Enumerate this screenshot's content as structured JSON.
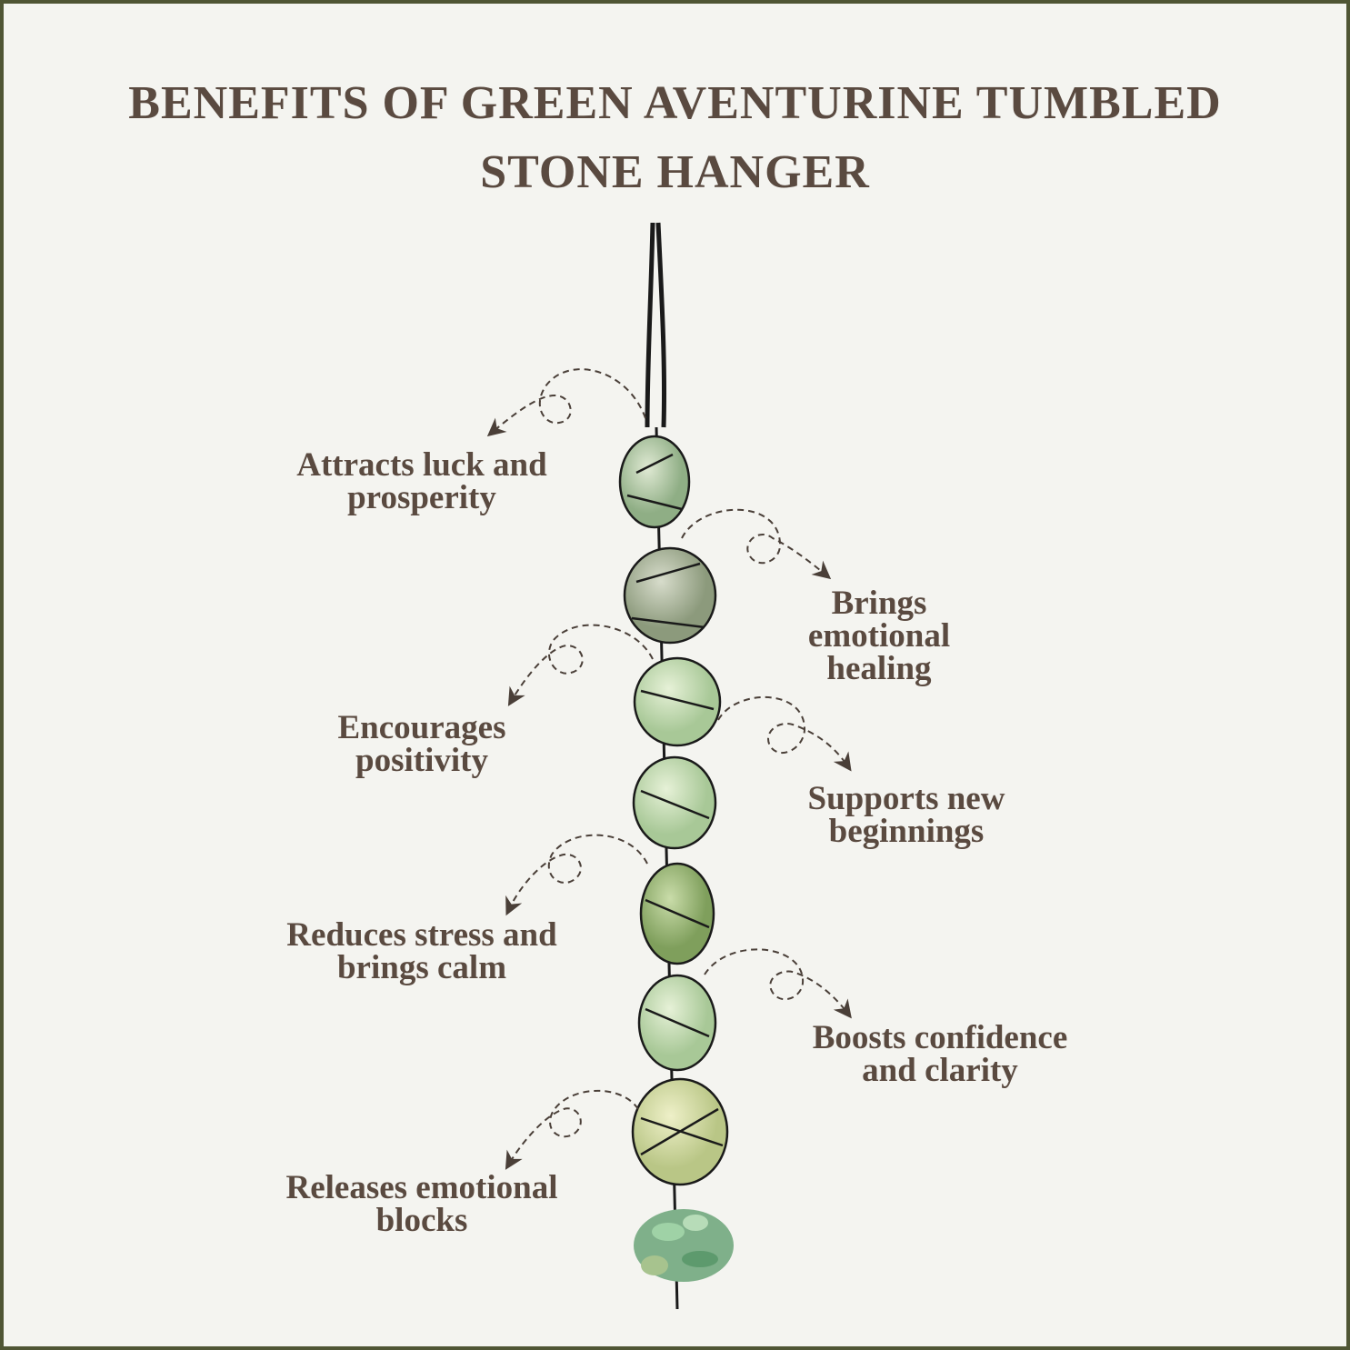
{
  "title": {
    "line1": "BENEFITS OF GREEN AVENTURINE TUMBLED",
    "line2": "STONE HANGER"
  },
  "benefits": [
    {
      "line1": "Attracts luck and",
      "line2": "prosperity"
    },
    {
      "line1": "Brings",
      "line2": "emotional",
      "line3": "healing"
    },
    {
      "line1": "Encourages",
      "line2": "positivity"
    },
    {
      "line1": "Supports new",
      "line2": "beginnings"
    },
    {
      "line1": "Reduces stress and",
      "line2": "brings calm"
    },
    {
      "line1": "Boosts confidence",
      "line2": "and clarity"
    },
    {
      "line1": "Releases emotional",
      "line2": "blocks"
    }
  ],
  "colors": {
    "text": "#5a4a40",
    "border": "#4f5534",
    "background": "#f4f4f0"
  }
}
